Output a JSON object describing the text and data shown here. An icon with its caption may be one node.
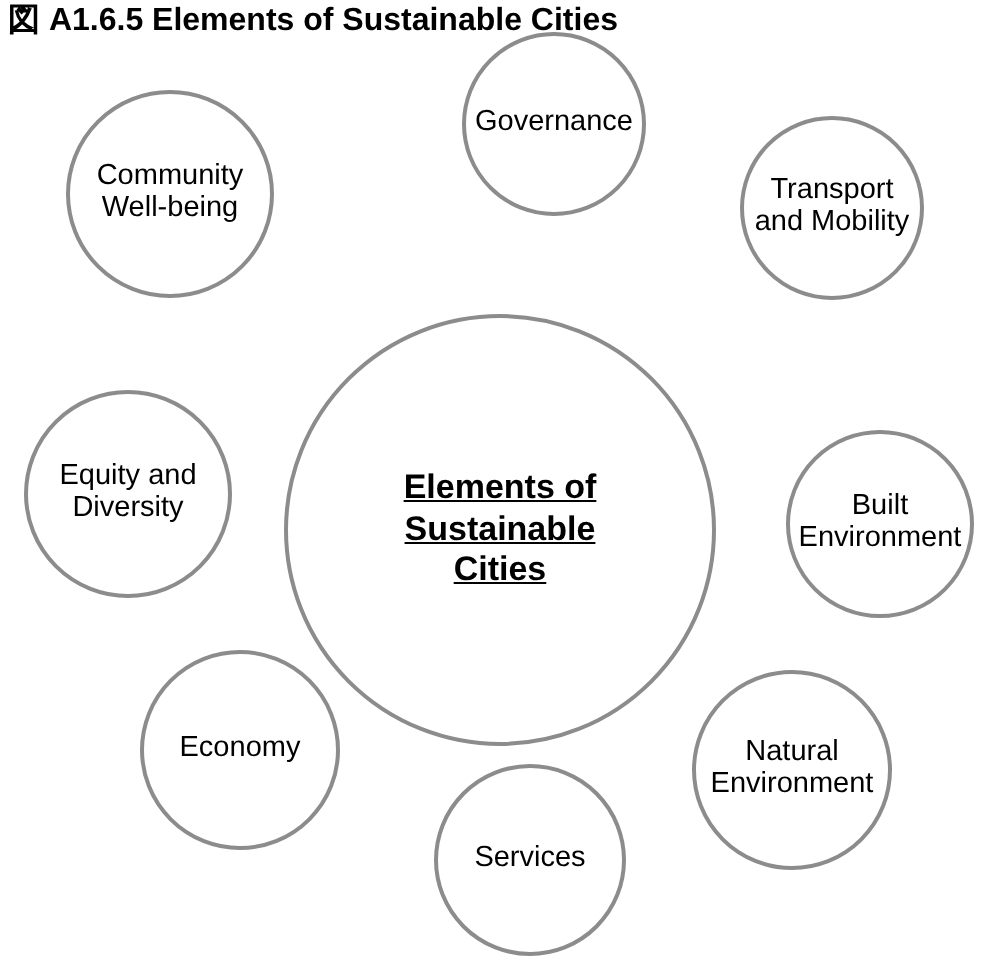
{
  "diagram": {
    "title": "図 A1.6.5 Elements of Sustainable Cities",
    "nodes": [
      {
        "text": [
          "Elements of Sustainable Cities"
        ]
      },
      {
        "text": [
          "Governance"
        ]
      },
      {
        "text": [
          "Community Well-being"
        ]
      },
      {
        "text": [
          "Transport and Mobility"
        ]
      },
      {
        "text": [
          "Equity and Diversity"
        ]
      },
      {
        "text": [
          "Built Environment"
        ]
      },
      {
        "text": [
          "Economy"
        ]
      },
      {
        "text": [
          "Natural Environment"
        ]
      },
      {
        "text": [
          "Services"
        ]
      }
    ],
    "edges": []
  }
}
